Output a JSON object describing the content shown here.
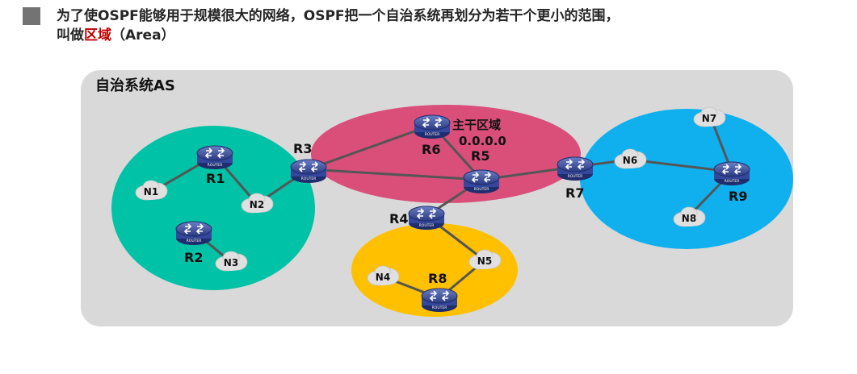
{
  "header": {
    "line1": "为了使OSPF能够用于规模很大的网络，OSPF把一个自治系统再划分为若干个更小的范围，",
    "line2_prefix": "叫做",
    "line2_highlight": "区域",
    "line2_suffix": "（Area）"
  },
  "diagram": {
    "as_label": "自治系统AS",
    "backbone_label": "主干区域",
    "backbone_id": "0.0.0.0",
    "router_badge": "ROUTER",
    "routers": [
      "R1",
      "R2",
      "R3",
      "R4",
      "R5",
      "R6",
      "R7",
      "R8",
      "R9"
    ],
    "networks": [
      "N1",
      "N2",
      "N3",
      "N4",
      "N5",
      "N6",
      "N7",
      "N8"
    ]
  },
  "colors": {
    "as_bg": "#d9d9d9",
    "area_left": "#00c2a6",
    "area_backbone": "#d94f7a",
    "area_bottom": "#ffc000",
    "area_right": "#10b0ee",
    "highlight": "#c00000"
  }
}
